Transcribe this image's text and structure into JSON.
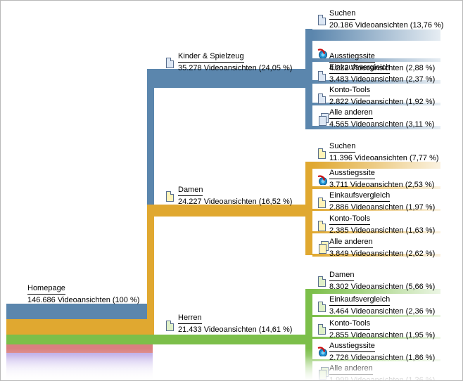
{
  "root": {
    "label": "Homepage",
    "stats": "146.686 Videoansichten (100 %)"
  },
  "groups": [
    {
      "key": "kinder",
      "color": "#5b86ad",
      "fill": "#dde7f4",
      "label": "Kinder & Spielzeug",
      "stats": "35.278 Videoansichten (24,05 %)",
      "icon": "page-icon",
      "children": [
        {
          "label": "Suchen",
          "stats": "20.186 Videoansichten (13,76 %)",
          "icon": "page-icon"
        },
        {
          "label": "Ausstiegssite",
          "stats": "4.222 Videoansichten (2,88 %)",
          "icon": "exit-icon"
        },
        {
          "label": "Einkaufsvergleich",
          "stats": "3.483 Videoansichten (2,37 %)",
          "icon": "page-icon"
        },
        {
          "label": "Konto-Tools",
          "stats": "2.822 Videoansichten (1,92 %)",
          "icon": "page-icon"
        },
        {
          "label": "Alle anderen",
          "stats": "4.565 Videoansichten (3,11 %)",
          "icon": "multi-page-icon"
        }
      ]
    },
    {
      "key": "damen",
      "color": "#e0a830",
      "fill": "#fff3b8",
      "label": "Damen",
      "stats": "24.227 Videoansichten (16,52 %)",
      "icon": "page-icon",
      "children": [
        {
          "label": "Suchen",
          "stats": "11.396 Videoansichten (7,77 %)",
          "icon": "page-icon"
        },
        {
          "label": "Ausstiegssite",
          "stats": "3.711 Videoansichten (2,53 %)",
          "icon": "exit-icon"
        },
        {
          "label": "Einkaufsvergleich",
          "stats": "2.886 Videoansichten (1,97 %)",
          "icon": "page-icon"
        },
        {
          "label": "Konto-Tools",
          "stats": "2.385 Videoansichten (1,63 %)",
          "icon": "page-icon"
        },
        {
          "label": "Alle anderen",
          "stats": "3.849 Videoansichten (2,62 %)",
          "icon": "multi-page-icon"
        }
      ]
    },
    {
      "key": "herren",
      "color": "#7cbf4a",
      "fill": "#dff0c8",
      "label": "Herren",
      "stats": "21.433 Videoansichten (14,61 %)",
      "icon": "page-icon",
      "children": [
        {
          "label": "Damen",
          "stats": "8.302 Videoansichten (5,66 %)",
          "icon": "page-icon"
        },
        {
          "label": "Einkaufsvergleich",
          "stats": "3.464 Videoansichten (2,36 %)",
          "icon": "page-icon"
        },
        {
          "label": "Konto-Tools",
          "stats": "2.855 Videoansichten (1,95 %)",
          "icon": "page-icon"
        },
        {
          "label": "Ausstiegssite",
          "stats": "2.726 Videoansichten (1,86 %)",
          "icon": "exit-icon"
        },
        {
          "label": "Alle anderen",
          "stats": "1.999 Videoansichten (1,36 %)",
          "icon": "multi-page-icon"
        }
      ]
    }
  ],
  "extra_bands": [
    {
      "color": "#d98080"
    },
    {
      "color": "#b9a6e6"
    }
  ]
}
